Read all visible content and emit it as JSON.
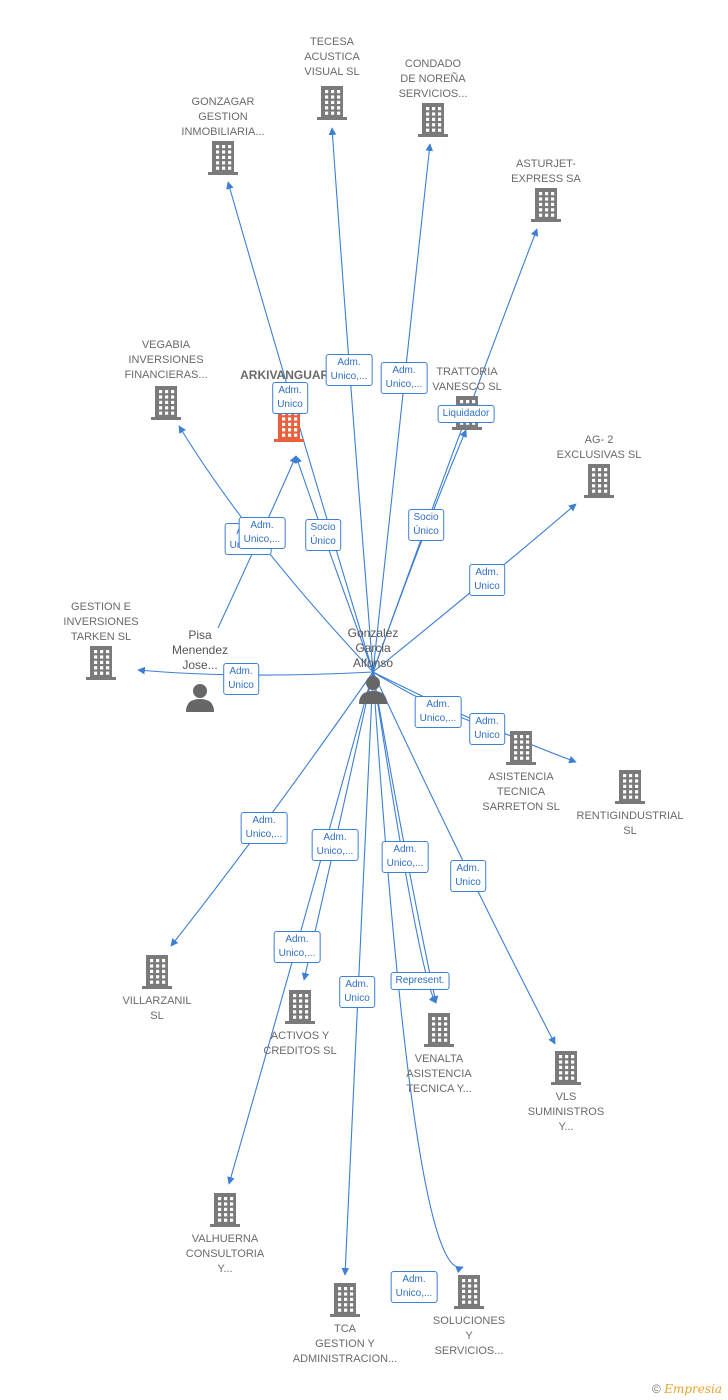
{
  "colors": {
    "edge": "#3d7fd3",
    "building": "#7a7a7a",
    "highlight": "#e8603c",
    "person": "#666666"
  },
  "credit": {
    "symbol": "©",
    "brand": "Empresia"
  },
  "nodes": [
    {
      "id": "tecesa",
      "label": "TECESA\nACUSTICA\nVISUAL  SL",
      "kind": "company"
    },
    {
      "id": "condado",
      "label": "CONDADO\nDE NOREÑA\nSERVICIOS...",
      "kind": "company"
    },
    {
      "id": "gonzagar",
      "label": "GONZAGAR\nGESTION\nINMOBILIARIA...",
      "kind": "company"
    },
    {
      "id": "asturjet",
      "label": "ASTURJET-\nEXPRESS SA",
      "kind": "company"
    },
    {
      "id": "vegabia",
      "label": "VEGABIA\nINVERSIONES\nFINANCIERAS...",
      "kind": "company"
    },
    {
      "id": "arkivanguard",
      "label": "ARKIVANGUARD",
      "kind": "highlight"
    },
    {
      "id": "trattoria",
      "label": "TRATTORIA\nVANESCO  SL",
      "kind": "company"
    },
    {
      "id": "ag2",
      "label": "AG- 2\nEXCLUSIVAS SL",
      "kind": "company"
    },
    {
      "id": "tarken",
      "label": "GESTION E\nINVERSIONES\nTARKEN  SL",
      "kind": "company"
    },
    {
      "id": "pisa",
      "label": "Pisa\nMenendez\nJose...",
      "kind": "person"
    },
    {
      "id": "gonzalez",
      "label": "Gonzalez\nGarcia\nAlfonso",
      "kind": "person"
    },
    {
      "id": "sarreton",
      "label": "ASISTENCIA\nTECNICA\nSARRETON  SL",
      "kind": "company"
    },
    {
      "id": "rentig",
      "label": "RENTIGINDUSTRIAL\nSL",
      "kind": "company"
    },
    {
      "id": "villarzanil",
      "label": "VILLARZANIL\nSL",
      "kind": "company"
    },
    {
      "id": "activos",
      "label": "ACTIVOS Y\nCREDITOS SL",
      "kind": "company"
    },
    {
      "id": "venalta",
      "label": "VENALTA\nASISTENCIA\nTECNICA Y...",
      "kind": "company"
    },
    {
      "id": "vls",
      "label": "VLS\nSUMINISTROS\nY...",
      "kind": "company"
    },
    {
      "id": "valhuerna",
      "label": "VALHUERNA\nCONSULTORIA\nY...",
      "kind": "company"
    },
    {
      "id": "tca",
      "label": "TCA\nGESTION Y\nADMINISTRACION...",
      "kind": "company"
    },
    {
      "id": "soluciones",
      "label": "SOLUCIONES\nY\nSERVICIOS...",
      "kind": "company"
    }
  ],
  "edges": [
    {
      "from": "gonzalez",
      "to": "tecesa",
      "label": "Adm.\nUnico,..."
    },
    {
      "from": "gonzalez",
      "to": "condado",
      "label": "Adm.\nUnico,..."
    },
    {
      "from": "gonzalez",
      "to": "gonzagar",
      "label": "Adm.\nUnico"
    },
    {
      "from": "gonzalez",
      "to": "asturjet",
      "label": "Liquidador"
    },
    {
      "from": "gonzalez",
      "to": "vegabia",
      "label": "Adm.\nUnico,..."
    },
    {
      "from": "gonzalez",
      "to": "arkivanguard",
      "label": "Socio\nÚnico"
    },
    {
      "from": "pisa",
      "to": "arkivanguard",
      "label": "Adm.\nUnico,..."
    },
    {
      "from": "gonzalez",
      "to": "trattoria",
      "label": "Socio\nÚnico"
    },
    {
      "from": "gonzalez",
      "to": "ag2",
      "label": "Adm.\nUnico"
    },
    {
      "from": "gonzalez",
      "to": "tarken",
      "label": "Adm.\nUnico"
    },
    {
      "from": "gonzalez",
      "to": "sarreton",
      "label": "Adm.\nUnico,..."
    },
    {
      "from": "gonzalez",
      "to": "rentig",
      "label": "Adm.\nUnico"
    },
    {
      "from": "gonzalez",
      "to": "villarzanil",
      "label": "Adm.\nUnico,..."
    },
    {
      "from": "gonzalez",
      "to": "activos",
      "label": "Adm.\nUnico,..."
    },
    {
      "from": "gonzalez",
      "to": "venalta",
      "label": "Adm.\nUnico,..."
    },
    {
      "from": "gonzalez",
      "to": "vls",
      "label": "Adm.\nUnico"
    },
    {
      "from": "gonzalez",
      "to": "valhuerna",
      "label": "Adm.\nUnico,..."
    },
    {
      "from": "gonzalez",
      "to": "tca",
      "label": "Adm.\nUnico"
    },
    {
      "from": "gonzalez",
      "to": "venalta",
      "label": "Represent."
    },
    {
      "from": "gonzalez",
      "to": "soluciones",
      "label": "Adm.\nUnico,..."
    }
  ]
}
